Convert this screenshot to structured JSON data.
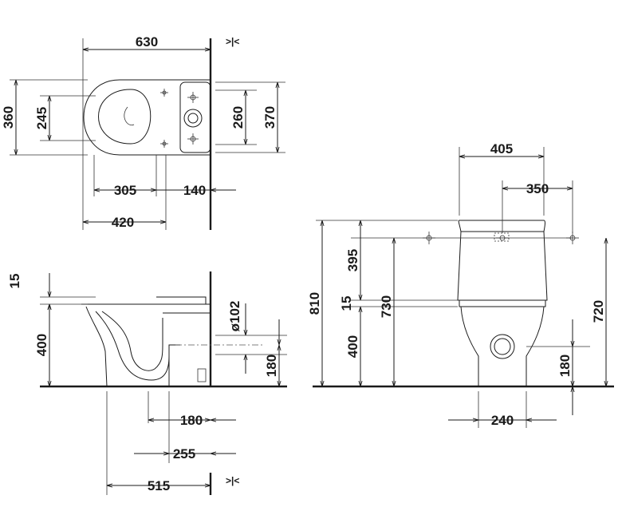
{
  "top_view": {
    "dims": {
      "width": "630",
      "depth_outer": "360",
      "depth_inner": "245",
      "depth_cistern": "260",
      "depth_right": "370",
      "mid_305": "305",
      "mid_140": "140",
      "mid_420": "420"
    },
    "wall_marker": ">|<"
  },
  "side_view": {
    "dims": {
      "top_gap": "15",
      "height": "400",
      "outlet_dia": "ø102",
      "outlet_height": "180",
      "d180": "180",
      "d255": "255",
      "d515": "515"
    },
    "wall_marker": ">|<"
  },
  "front_view": {
    "dims": {
      "width_405": "405",
      "width_350": "350",
      "h810": "810",
      "h395": "395",
      "h15": "15",
      "h730": "730",
      "h400": "400",
      "h720": "720",
      "h180": "180",
      "w240": "240"
    }
  }
}
